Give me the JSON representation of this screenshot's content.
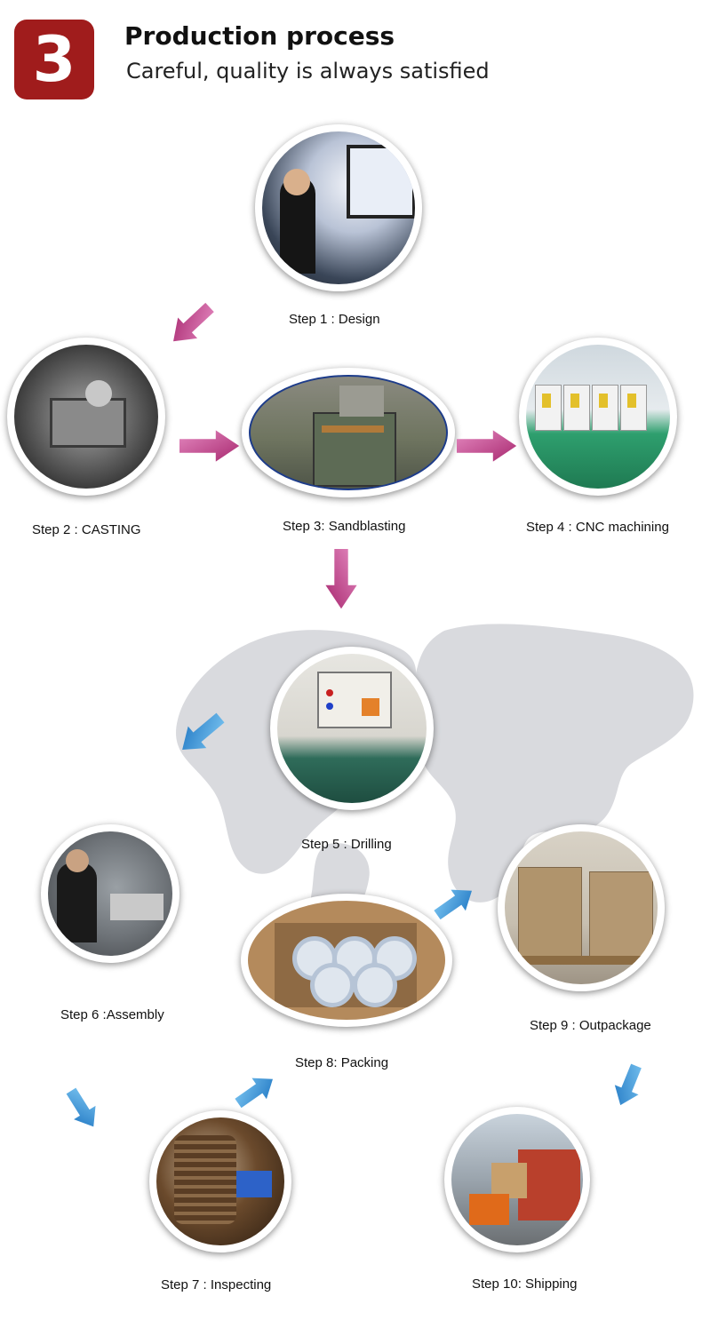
{
  "header": {
    "badge_number": "3",
    "title": "Production process",
    "subtitle": "Careful, quality is always satisfied"
  },
  "colors": {
    "badge": "#a01c1c",
    "arrow_top": "#c0408e",
    "arrow_bottom": "#2a8fd8"
  },
  "steps": [
    {
      "label": "Step 1 : Design",
      "icon": "design-photo"
    },
    {
      "label": "Step 2 : CASTING",
      "icon": "casting-photo"
    },
    {
      "label": "Step 3: Sandblasting",
      "icon": "sandblasting-photo"
    },
    {
      "label": "Step 4 : CNC machining",
      "icon": "cnc-machining-photo"
    },
    {
      "label": "Step 5 : Drilling",
      "icon": "drilling-photo"
    },
    {
      "label": "Step 6 :Assembly",
      "icon": "assembly-photo"
    },
    {
      "label": "Step 7 : Inspecting",
      "icon": "inspecting-photo"
    },
    {
      "label": "Step 8: Packing",
      "icon": "packing-photo"
    },
    {
      "label": "Step 9 : Outpackage",
      "icon": "outpackage-photo"
    },
    {
      "label": "Step 10: Shipping",
      "icon": "shipping-photo"
    }
  ]
}
